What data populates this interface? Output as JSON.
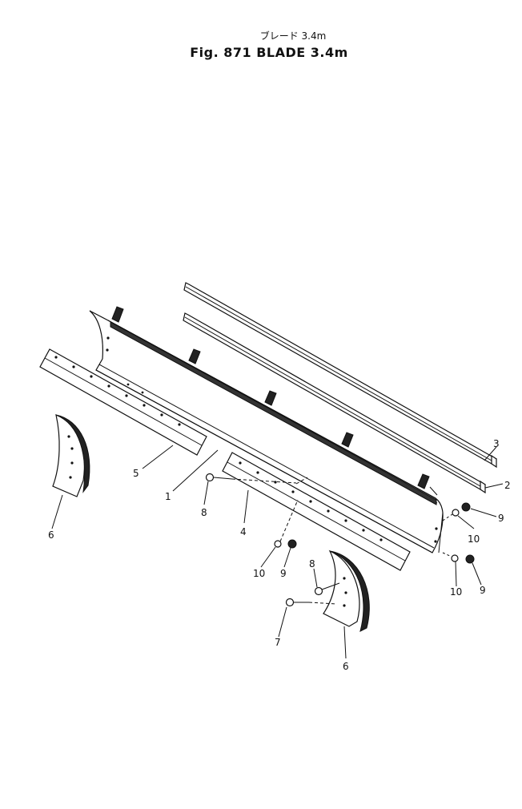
{
  "title_jp": "ブレード 3.4m",
  "title": "Fig. 871 BLADE 3.4m",
  "callouts": {
    "c1": "1",
    "c2": "2",
    "c3": "3",
    "c4": "4",
    "c5": "5",
    "c6a": "6",
    "c6b": "6",
    "c7": "7",
    "c8a": "8",
    "c8b": "8",
    "c9a": "9",
    "c9b": "9",
    "c9c": "9",
    "c10a": "10",
    "c10b": "10",
    "c10c": "10"
  }
}
